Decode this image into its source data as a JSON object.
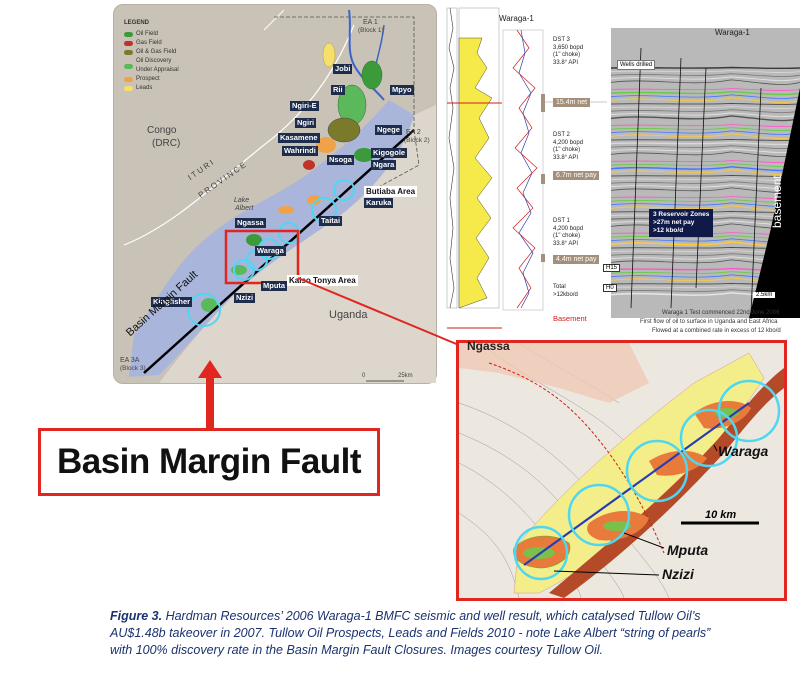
{
  "map": {
    "legend_title": "LEGEND",
    "legend_items": [
      {
        "label": "Oil Field",
        "color": "#3b9b3b"
      },
      {
        "label": "Gas Field",
        "color": "#c0332b"
      },
      {
        "label": "Oil & Gas Field",
        "color": "#7a7a2a"
      },
      {
        "label": "Oil Discovery Under Appraisal",
        "color": "#5bb85b"
      },
      {
        "label": "Prospect",
        "color": "#f0a24a"
      },
      {
        "label": "Leads",
        "color": "#f4e06a"
      }
    ],
    "ea1": "EA 1",
    "ea1_sub": "(Block 1)",
    "ea2": "EA 2",
    "ea2_sub": "(Block 2)",
    "ea3": "EA 3A",
    "ea3_sub": "(Block 3)",
    "congo": "Congo",
    "drc": "(DRC)",
    "ituri": "ITURI",
    "province": "PROVINCE",
    "lake": "Lake",
    "lake2": "Albert",
    "uganda": "Uganda",
    "scale_zero": "0",
    "scale_max": "25km",
    "fields": {
      "jobi": "Jobi",
      "rii": "Rii",
      "mpyo": "Mpyo",
      "ngiri_e": "Ngiri-E",
      "ngiri": "Ngiri",
      "kasamene": "Kasamene",
      "wahrindi": "Wahrindi",
      "nsoga": "Nsoga",
      "ngege": "Ngege",
      "kigogole": "Kigogole",
      "ngara": "Ngara",
      "karuka": "Karuka",
      "ngassa": "Ngassa",
      "waraga": "Waraga",
      "taitai": "Taitai",
      "mputa": "Mputa",
      "nzizi": "Nzizi",
      "kingfisher": "Kingfisher"
    },
    "butiaba": "Butiaba Area",
    "kaiso": "Kaiso Tonya Area",
    "fault_label": "Basin Margin Fault"
  },
  "log": {
    "title": "Waraga-1",
    "dst3": "DST 3\n3,650 bopd\n(1\" choke)\n33.8° API",
    "net1": "15.4m net",
    "dst2": "DST 2\n4,200 bopd\n(1\" choke)\n33.8° API",
    "net2": "6.7m net pay",
    "dst1": "DST 1\n4,200 bopd\n(1\" choke)\n33.8° API",
    "net3": "4.4m net pay",
    "total": "Total\n>12kbo/d",
    "basement": "Basement",
    "h15": "H15",
    "h0": "H0"
  },
  "seismic": {
    "title": "Waraga-1",
    "wells": "Wells drilled",
    "reservoir": "3 Reservoir Zones\n>27m net pay\n>12 kbo/d",
    "basement": "basement",
    "scale": "2.5km",
    "cap1": "Waraga 1 Test commenced 22nd June 2006",
    "cap2": "First flow of oil to surface in Uganda and East Africa",
    "cap3": "Flowed at a combined rate in excess of 12 kbo/d"
  },
  "callout": "Basin Margin Fault",
  "inset": {
    "top_label": "Ngassa",
    "waraga": "Waraga",
    "scale": "10 km",
    "mputa": "Mputa",
    "nzizi": "Nzizi"
  },
  "caption": {
    "label": "Figure 3.",
    "line1": " Hardman Resources’ 2006 Waraga-1 BMFC seismic and well result, which catalysed Tullow Oil’s",
    "line2": "AU$1.48b takeover in 2007.   Tullow Oil Prospects, Leads and Fields 2010 - note Lake Albert “string of pearls”",
    "line3": "with 100% discovery rate in the Basin Margin Fault Closures.  Images courtesy Tullow Oil."
  }
}
